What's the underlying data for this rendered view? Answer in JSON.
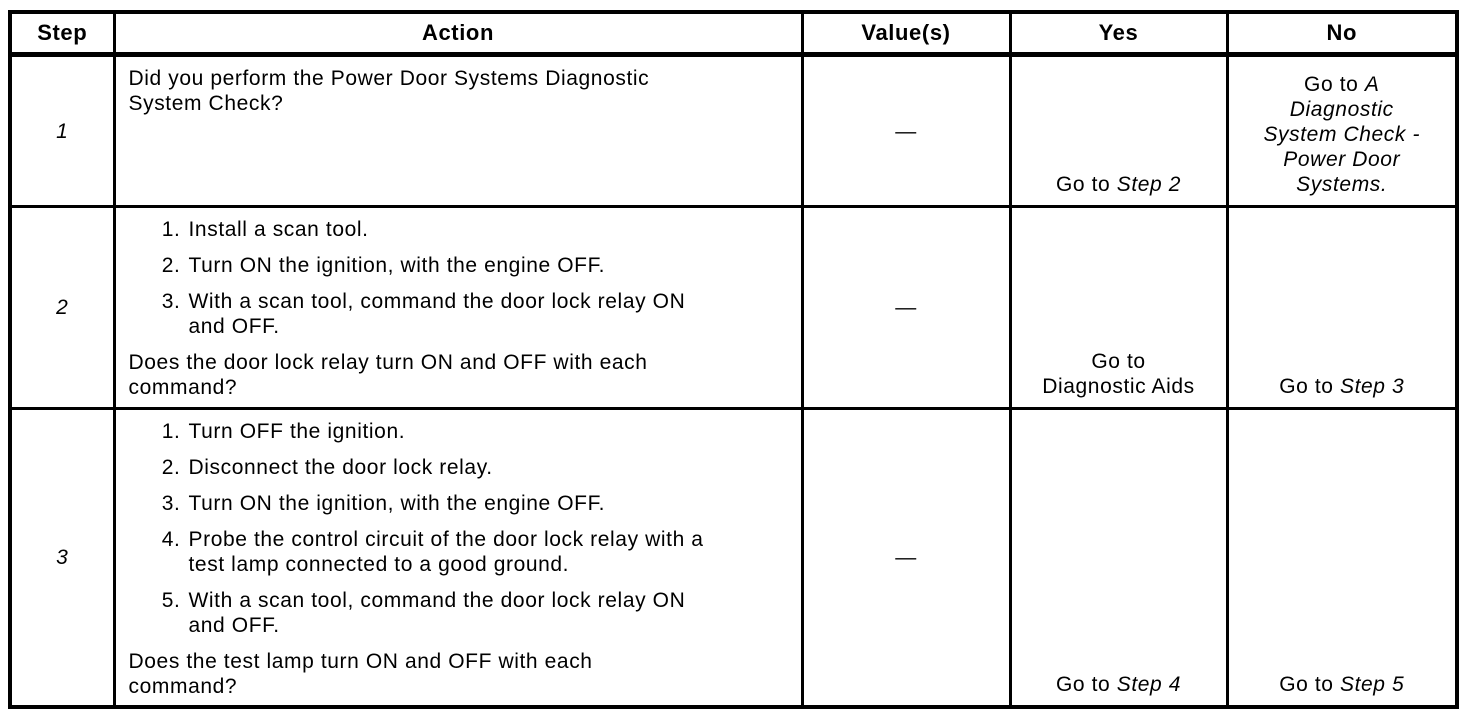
{
  "table": {
    "headers": {
      "step": "Step",
      "action": "Action",
      "values": "Value(s)",
      "yes": "Yes",
      "no": "No"
    },
    "rows": [
      {
        "step": "1",
        "action": {
          "intro": "Did you perform the Power Door Systems Diagnostic\nSystem Check?",
          "items": [],
          "question": ""
        },
        "values": "—",
        "yes": [
          {
            "text": "Go to "
          },
          {
            "text": "Step 2",
            "italic": true
          }
        ],
        "no": [
          {
            "text": "Go to "
          },
          {
            "text": "A\nDiagnostic\nSystem Check -\nPower Door\nSystems.",
            "italic": true
          }
        ]
      },
      {
        "step": "2",
        "action": {
          "intro": "",
          "items": [
            "Install a scan tool.",
            "Turn ON the ignition, with the engine OFF.",
            "With a scan tool, command the door lock relay ON\nand OFF."
          ],
          "question": "Does the door lock relay turn ON and OFF with each\ncommand?"
        },
        "values": "—",
        "yes": [
          {
            "text": "Go to\nDiagnostic Aids"
          }
        ],
        "no": [
          {
            "text": "Go to "
          },
          {
            "text": "Step 3",
            "italic": true
          }
        ]
      },
      {
        "step": "3",
        "action": {
          "intro": "",
          "items": [
            "Turn OFF the ignition.",
            "Disconnect the door lock relay.",
            "Turn ON the ignition, with the engine OFF.",
            "Probe the control circuit of the door lock relay with a\ntest lamp connected to a good ground.",
            "With a scan tool, command the door lock relay ON\nand OFF."
          ],
          "question": "Does the test lamp turn ON and OFF with each\ncommand?"
        },
        "values": "—",
        "yes": [
          {
            "text": "Go to "
          },
          {
            "text": "Step 4",
            "italic": true
          }
        ],
        "no": [
          {
            "text": "Go to "
          },
          {
            "text": "Step 5",
            "italic": true
          }
        ]
      }
    ]
  }
}
